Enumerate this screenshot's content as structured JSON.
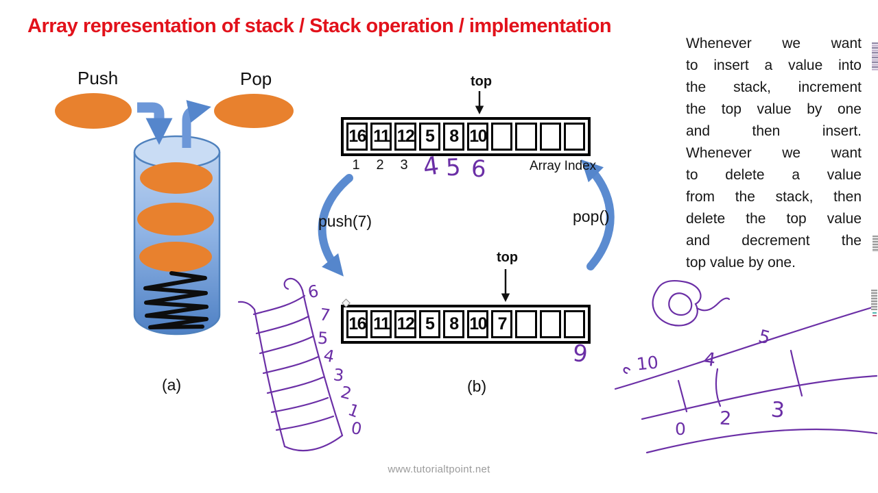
{
  "title": "Array representation of stack / Stack operation / implementation",
  "watermark": "www.tutorialtpoint.net",
  "cylinder_figure": {
    "push_label": "Push",
    "pop_label": "Pop",
    "caption": "(a)"
  },
  "array_figure": {
    "caption": "(b)",
    "top_pointer_label_before": "top",
    "top_pointer_label_after": "top",
    "array_index_label": "Array Index",
    "push_call": "push(7)",
    "pop_call": "pop()",
    "cells_before": [
      "16",
      "11",
      "12",
      "5",
      "8",
      "10",
      "",
      "",
      "",
      ""
    ],
    "cells_after": [
      "16",
      "11",
      "12",
      "5",
      "8",
      "10",
      "7",
      "",
      "",
      ""
    ],
    "printed_indices": [
      "1",
      "2",
      "3"
    ],
    "handwritten_indices": [
      "4",
      "5",
      "6"
    ]
  },
  "handwritten_notes": {
    "nine": "9",
    "vertical_array_digits": [
      "6",
      "7",
      "5",
      "4",
      "3",
      "2",
      "1",
      "0"
    ],
    "band_top_digits": [
      "10",
      "4",
      "5"
    ],
    "band_bottom_digits": [
      "0",
      "2",
      "3"
    ]
  },
  "explanation": {
    "lines": [
      "Whenever we want",
      "to insert a value into",
      "the stack, increment",
      "the top value by one",
      "and then insert.",
      "Whenever we want",
      "to delete a value",
      "from the stack, then",
      "delete the top value",
      "and decrement the",
      "top value by one."
    ]
  },
  "colors": {
    "title_red": "#E2121B",
    "orange": "#E8812E",
    "arrow_blue": "#5B8BD0",
    "cylinder_stroke": "#4F81BD",
    "cylinder_top_fill": "#C9DCF4",
    "cylinder_body_light": "#BCD2F0",
    "cylinder_body_dark": "#4E80C4",
    "ink_purple": "#6B2FA6",
    "watermark_gray": "#9B9B9B"
  }
}
